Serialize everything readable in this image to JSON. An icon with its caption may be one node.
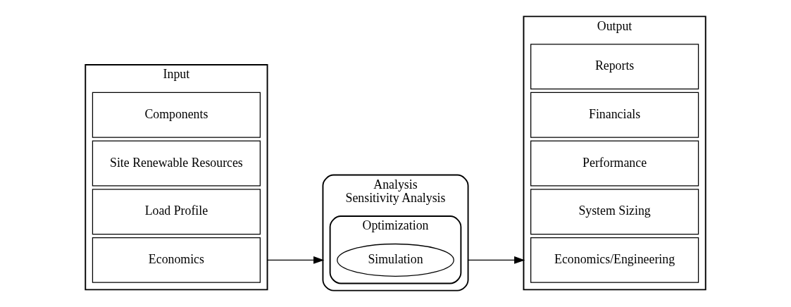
{
  "diagram": {
    "nodes": [
      {
        "text": [
          "Input"
        ]
      },
      {
        "text": [
          "Economics"
        ],
        "in": 0
      },
      {
        "text": [
          "Load Profile"
        ],
        "in": 0
      },
      {
        "text": [
          "Site Renewable Resources"
        ],
        "in": 0
      },
      {
        "text": [
          "Components"
        ],
        "in": 0
      },
      {
        "text": [
          "Analysis",
          "Sensitivity Analysis"
        ]
      },
      {
        "text": [
          "Optimization"
        ],
        "in": 5
      },
      {
        "text": [
          "Simulation"
        ],
        "in": 6
      },
      {
        "text": [
          "Output"
        ]
      },
      {
        "text": [
          "Economics/Engineering"
        ],
        "in": 8
      },
      {
        "text": [
          "System Sizing"
        ],
        "in": 8
      },
      {
        "text": [
          "Performance"
        ],
        "in": 8
      },
      {
        "text": [
          "Financials"
        ],
        "in": 8
      },
      {
        "text": [
          "Reports"
        ],
        "in": 8
      }
    ],
    "edges": [
      {
        "from": 0,
        "to": 5,
        "arrow": "to"
      },
      {
        "from": 5,
        "to": 8,
        "arrow": "to"
      }
    ]
  }
}
